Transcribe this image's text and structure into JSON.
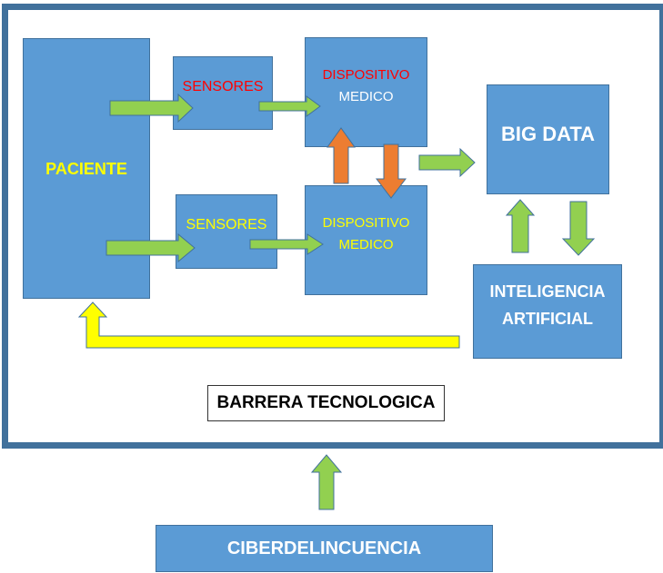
{
  "nodes": {
    "paciente": "PACIENTE",
    "sensores_top": "SENSORES",
    "sensores_bottom": "SENSORES",
    "dispositivo_top_line1": "DISPOSITIVO",
    "dispositivo_top_line2": "MEDICO",
    "dispositivo_bottom_line1": "DISPOSITIVO",
    "dispositivo_bottom_line2": "MEDICO",
    "big_data": "BIG DATA",
    "ia_line1": "INTELIGENCIA",
    "ia_line2": "ARTIFICIAL",
    "barrera": "BARRERA TECNOLOGICA",
    "ciber": "CIBERDELINCUENCIA"
  },
  "colors": {
    "box_fill": "#5B9BD5",
    "box_border": "#41719C",
    "arrow_green": "#92D050",
    "arrow_orange": "#ED7D31",
    "arrow_yellow": "#FFFF00",
    "text_yellow": "#FFFF00",
    "text_red": "#FF0000",
    "text_white": "#FFFFFF"
  }
}
